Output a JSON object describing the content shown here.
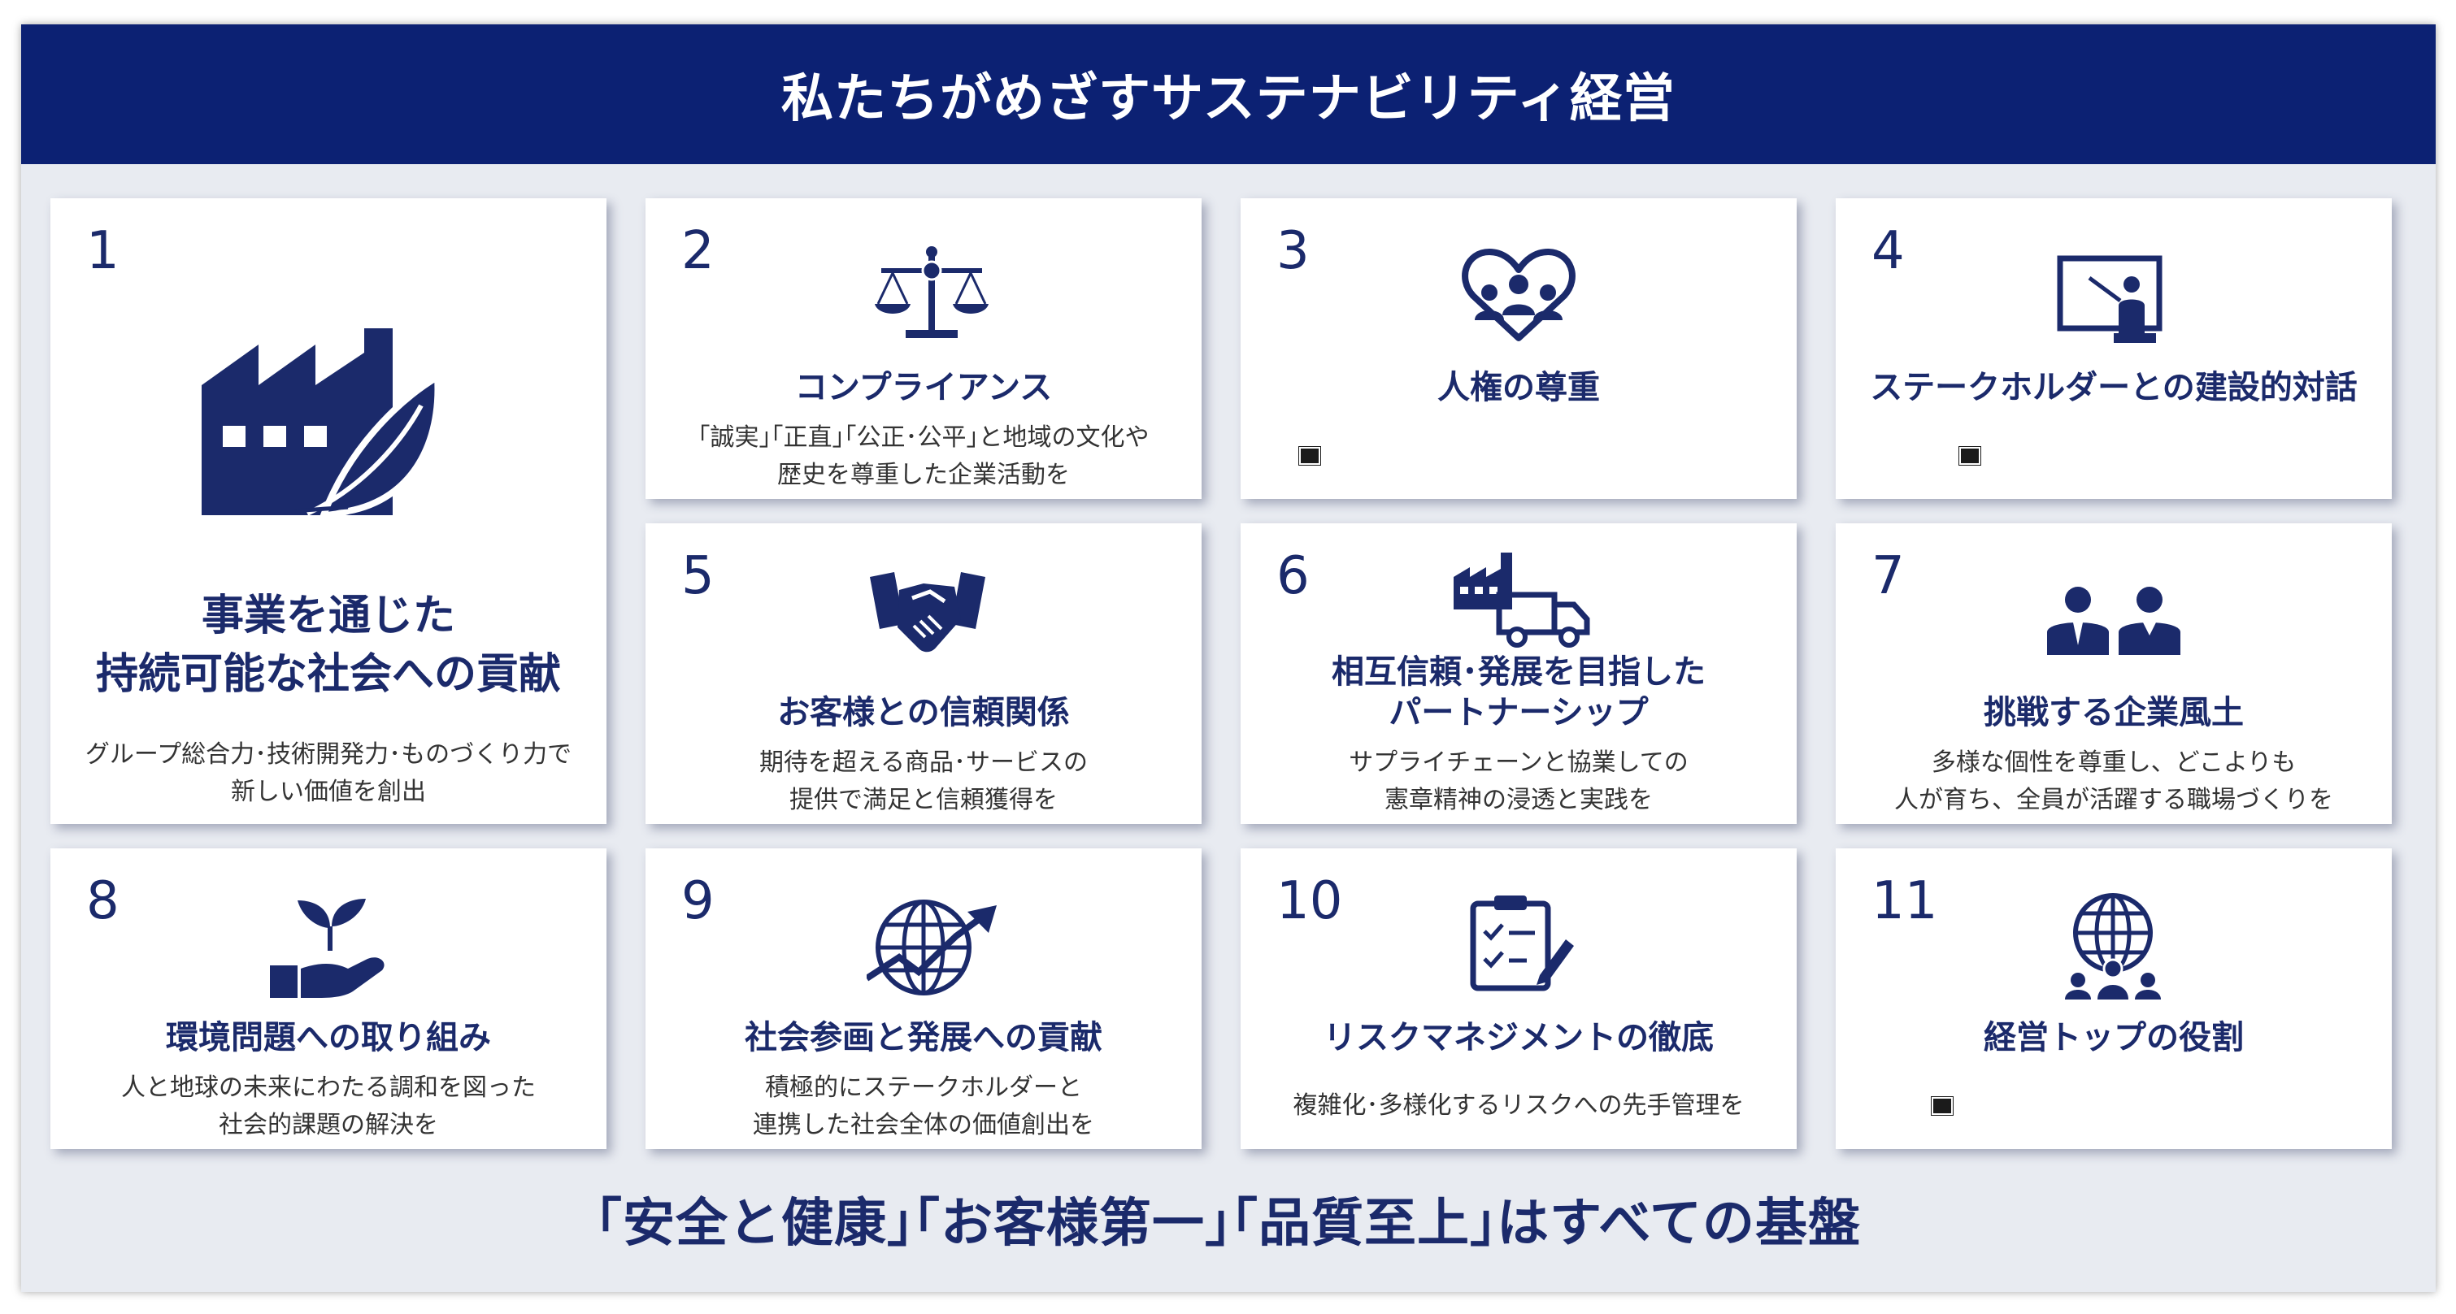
{
  "header": {
    "title": "私たちがめざすサステナビリティ経営"
  },
  "cards": [
    {
      "num": "1",
      "icon": "factory-leaf-icon",
      "title_lines": [
        "事業を通じた",
        "持続可能な社会への貢献"
      ],
      "desc_lines": [
        "グループ総合力･技術開発力･ものづくり力で",
        "新しい価値を創出"
      ]
    },
    {
      "num": "2",
      "icon": "scales-icon",
      "title_lines": [
        "コンプライアンス"
      ],
      "desc_lines": [
        "｢誠実｣｢正直｣｢公正･公平｣と地域の文化や",
        "歴史を尊重した企業活動を"
      ]
    },
    {
      "num": "3",
      "icon": "heart-people-icon",
      "title_lines": [
        "人権の尊重"
      ],
      "desc_lines": []
    },
    {
      "num": "4",
      "icon": "presentation-board-icon",
      "title_lines": [
        "ステークホルダーとの建設的対話"
      ],
      "desc_lines": []
    },
    {
      "num": "5",
      "icon": "handshake-icon",
      "title_lines": [
        "お客様との信頼関係"
      ],
      "desc_lines": [
        "期待を超える商品･サービスの",
        "提供で満足と信頼獲得を"
      ]
    },
    {
      "num": "6",
      "icon": "factory-truck-icon",
      "title_lines": [
        "相互信頼･発展を目指した",
        "パートナーシップ"
      ],
      "desc_lines": [
        "サプライチェーンと協業しての",
        "憲章精神の浸透と実践を"
      ]
    },
    {
      "num": "7",
      "icon": "two-people-icon",
      "title_lines": [
        "挑戦する企業風土"
      ],
      "desc_lines": [
        "多様な個性を尊重し、どこよりも",
        "人が育ち、全員が活躍する職場づくりを"
      ]
    },
    {
      "num": "8",
      "icon": "hand-sprout-icon",
      "title_lines": [
        "環境問題への取り組み"
      ],
      "desc_lines": [
        "人と地球の未来にわたる調和を図った",
        "社会的課題の解決を"
      ]
    },
    {
      "num": "9",
      "icon": "globe-growth-icon",
      "title_lines": [
        "社会参画と発展への貢献"
      ],
      "desc_lines": [
        "積極的にステークホルダーと",
        "連携した社会全体の価値創出を"
      ]
    },
    {
      "num": "10",
      "icon": "clipboard-checklist-icon",
      "title_lines": [
        "リスクマネジメントの徹底"
      ],
      "desc_lines": [
        "複雑化･多様化するリスクへの先手管理を"
      ]
    },
    {
      "num": "11",
      "icon": "globe-people-icon",
      "title_lines": [
        "経営トップの役割"
      ],
      "desc_lines": []
    }
  ],
  "footer": {
    "text": "｢安全と健康｣｢お客様第一｣｢品質至上｣はすべての基盤"
  },
  "colors": {
    "navy": "#0c2173",
    "text_navy": "#1b2a6b",
    "panel_bg": "#e8ebf1",
    "card_bg": "#ffffff"
  }
}
